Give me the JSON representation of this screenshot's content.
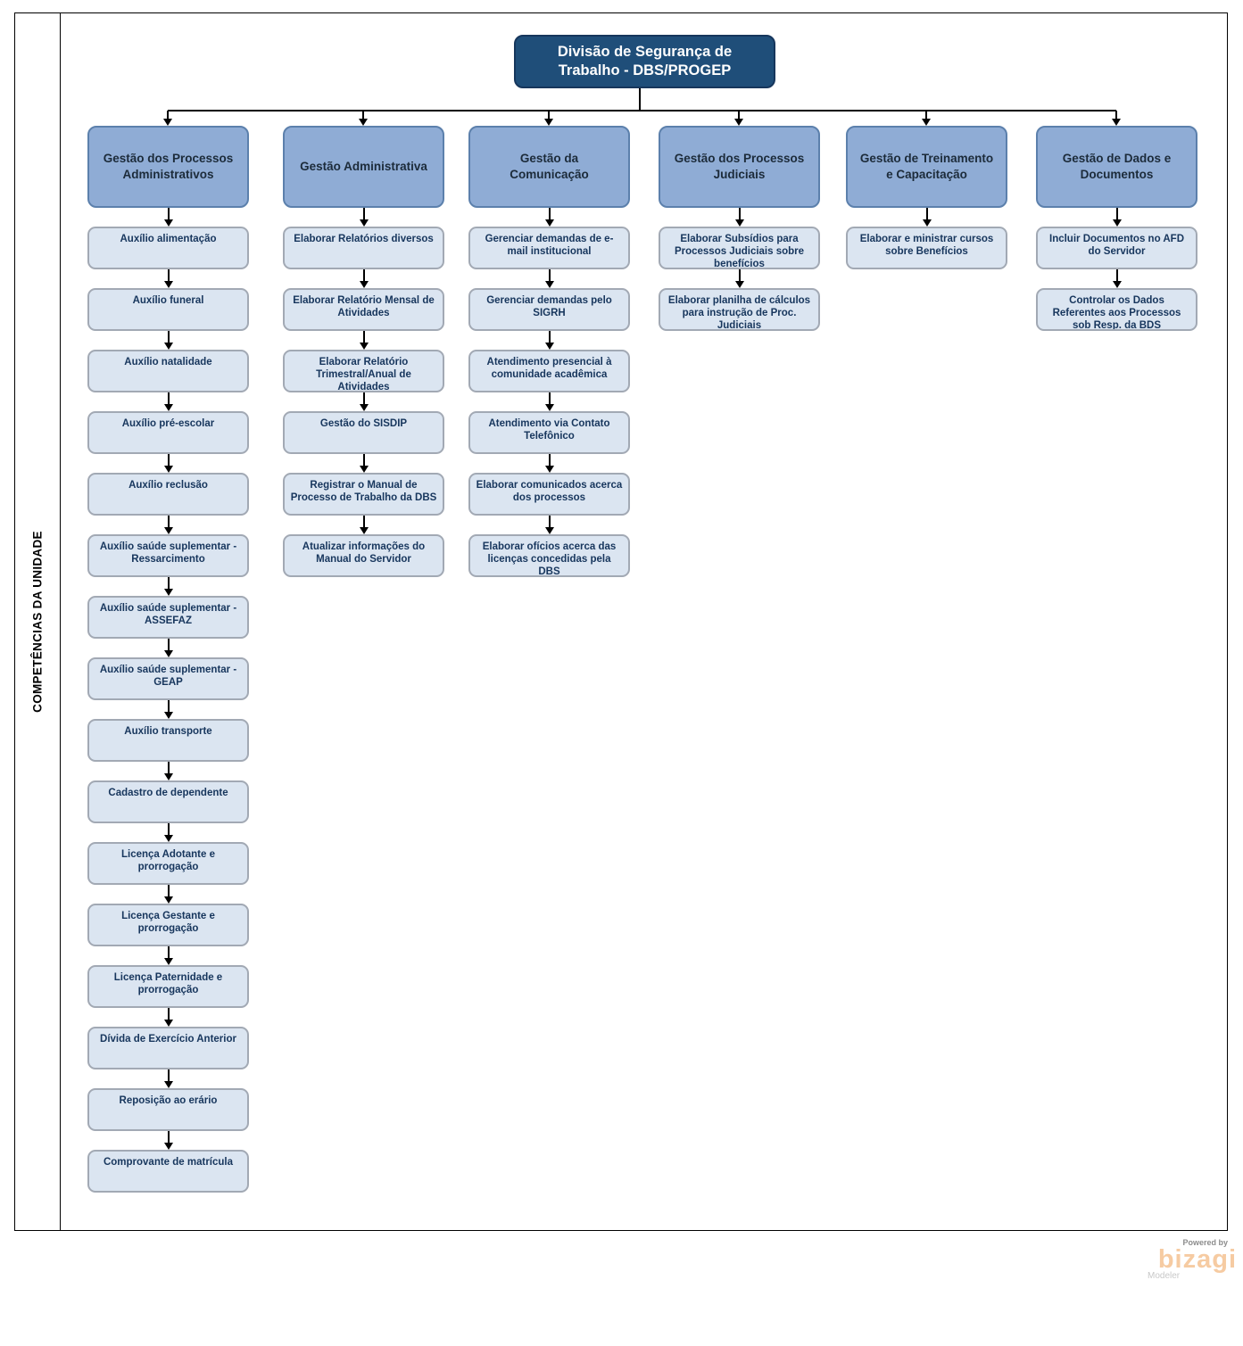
{
  "diagram": {
    "lane_label": "COMPETÊNCIAS DA UNIDADE",
    "title": "Divisão de Segurança de Trabalho - DBS/PROGEP",
    "columns": [
      {
        "header": "Gestão dos Processos Administrativos",
        "items": [
          "Auxílio alimentação",
          "Auxílio funeral",
          "Auxílio natalidade",
          "Auxílio pré-escolar",
          "Auxílio reclusão",
          "Auxílio saúde suplementar - Ressarcimento",
          "Auxílio saúde suplementar - ASSEFAZ",
          "Auxílio saúde suplementar - GEAP",
          "Auxílio transporte",
          "Cadastro de dependente",
          "Licença Adotante e prorrogação",
          "Licença Gestante e prorrogação",
          "Licença Paternidade e prorrogação",
          "Dívida de Exercício Anterior",
          "Reposição ao erário",
          "Comprovante de matrícula"
        ]
      },
      {
        "header": "Gestão Administrativa",
        "items": [
          "Elaborar Relatórios diversos",
          "Elaborar Relatório Mensal de Atividades",
          "Elaborar Relatório Trimestral/Anual de Atividades",
          "Gestão do SISDIP",
          "Registrar o Manual de Processo de Trabalho da DBS",
          "Atualizar informações do Manual do Servidor"
        ]
      },
      {
        "header": "Gestão da Comunicação",
        "items": [
          "Gerenciar demandas de e-mail institucional",
          "Gerenciar demandas pelo SIGRH",
          "Atendimento presencial à comunidade acadêmica",
          "Atendimento via Contato Telefônico",
          "Elaborar comunicados acerca dos processos",
          "Elaborar ofícios acerca das licenças concedidas pela DBS"
        ]
      },
      {
        "header": "Gestão dos Processos Judiciais",
        "items": [
          "Elaborar Subsídios para Processos Judiciais sobre benefícios",
          "Elaborar planilha de cálculos para instrução de Proc. Judiciais"
        ]
      },
      {
        "header": "Gestão de Treinamento e Capacitação",
        "items": [
          "Elaborar e ministrar cursos sobre Benefícios"
        ]
      },
      {
        "header": "Gestão de Dados e Documentos",
        "items": [
          "Incluir Documentos no AFD do Servidor",
          "Controlar os Dados Referentes aos Processos sob Resp. da BDS"
        ]
      }
    ]
  },
  "footer": {
    "powered_by": "Powered by",
    "brand": "bizagi",
    "brand_sub": "Modeler"
  },
  "colors": {
    "title_fill": "#1F4E79",
    "title_border": "#16365C",
    "header_fill": "#8FACD5",
    "header_border": "#5C80AC",
    "header_text": "#1C2B3A",
    "node_fill": "#DBE5F1",
    "node_border": "#A2A9B4",
    "node_text": "#17365D",
    "brand_color": "#F6CBA2"
  }
}
